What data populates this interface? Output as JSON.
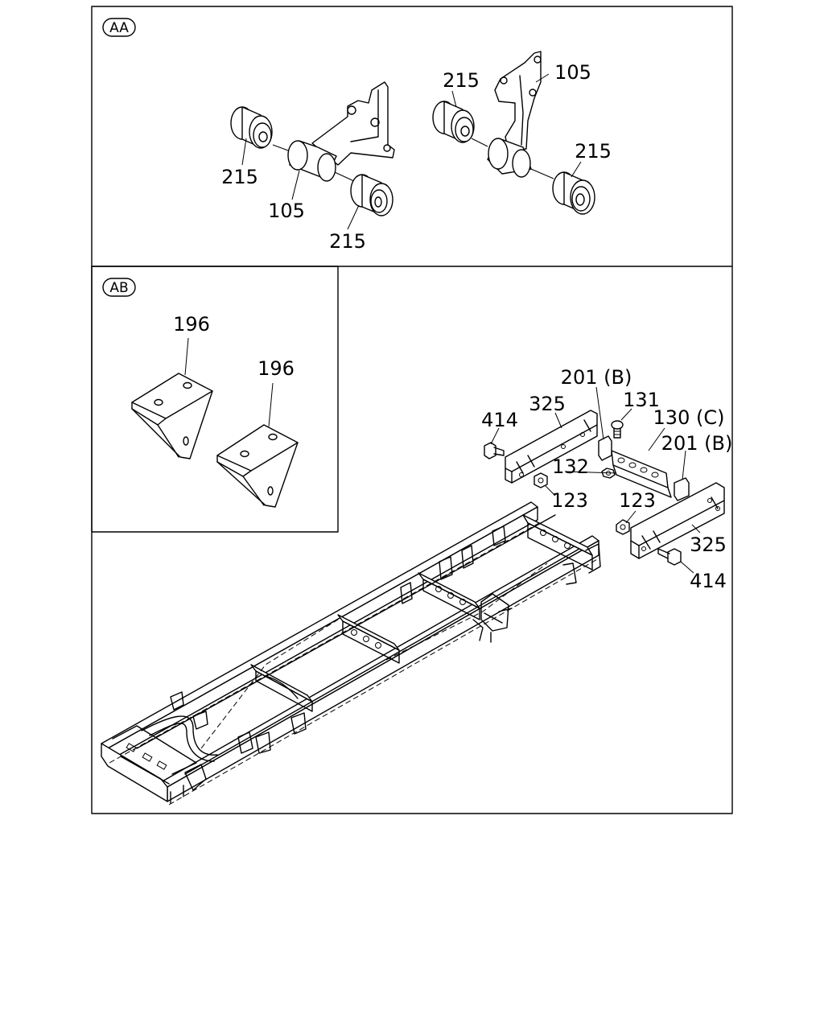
{
  "sections": {
    "aa": "AA",
    "ab": "AB"
  },
  "labels": {
    "aa_215_left": "215",
    "aa_105_center": "105",
    "aa_215_bottom": "215",
    "aa_215_upper": "215",
    "aa_105_right": "105",
    "aa_215_right": "215",
    "ab_196_left": "196",
    "ab_196_right": "196",
    "p_201b_top": "201 (B)",
    "p_325_top": "325",
    "p_131": "131",
    "p_130c": "130 (C)",
    "p_414_top": "414",
    "p_201b_right": "201 (B)",
    "p_132": "132",
    "p_123_left": "123",
    "p_123_right": "123",
    "p_325_right": "325",
    "p_414_bottom": "414"
  }
}
